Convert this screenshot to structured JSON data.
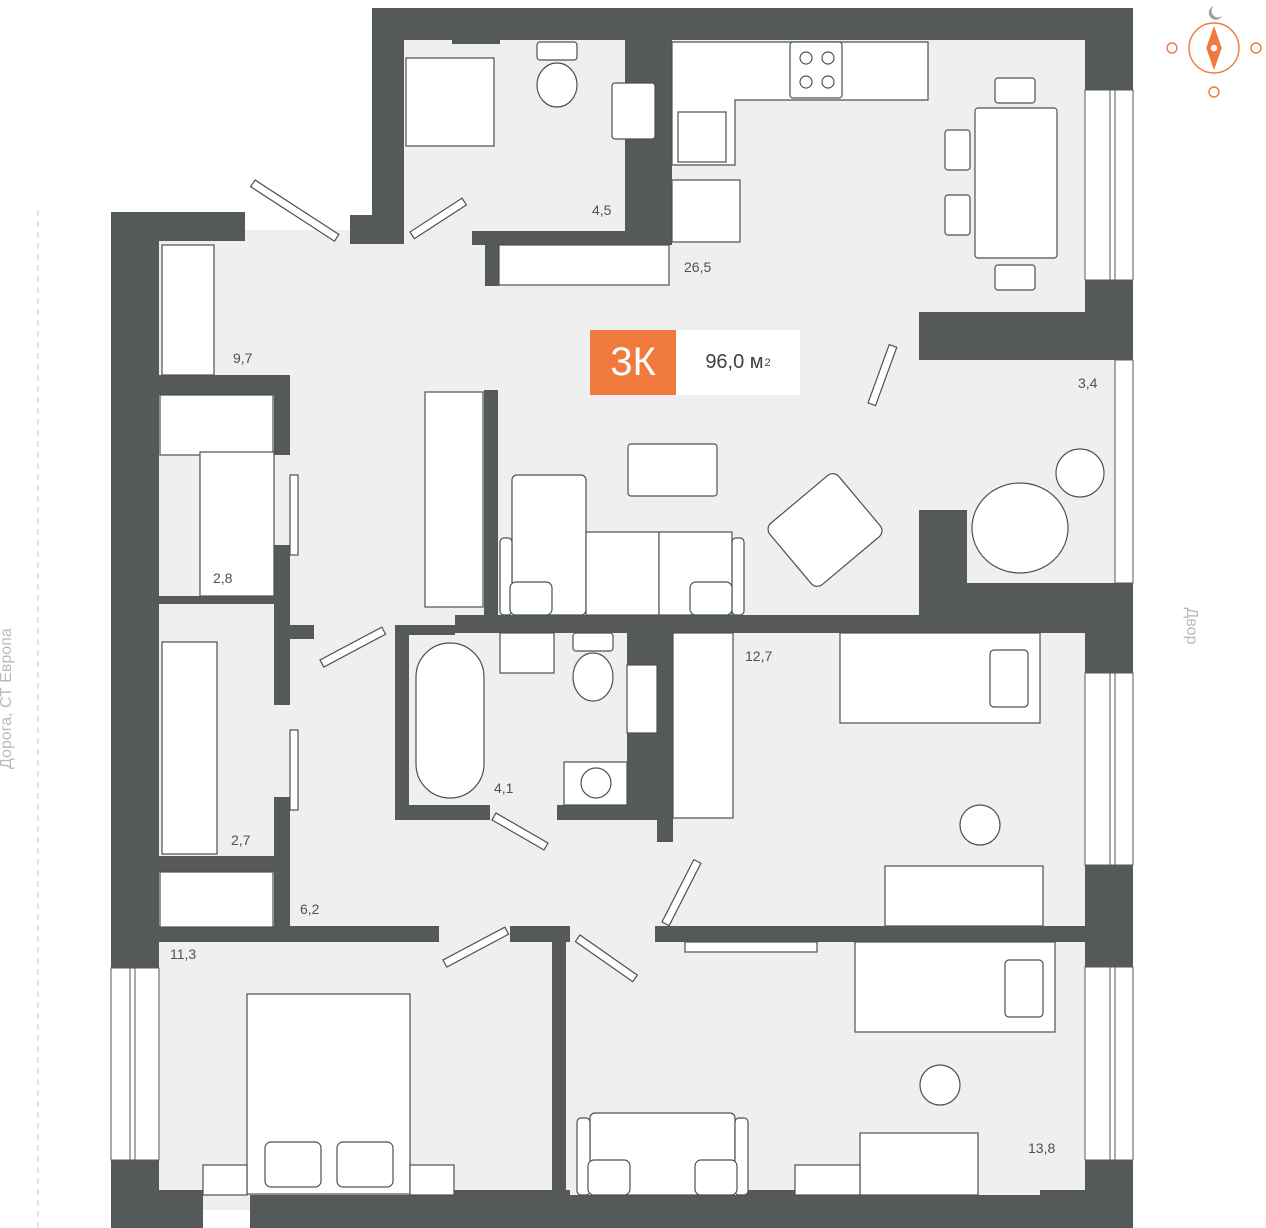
{
  "plan": {
    "type_label": "3К",
    "total_area": "96,0 м",
    "area_unit_sup": "2",
    "rooms": [
      {
        "id": "bathroom-top",
        "area": "4,5"
      },
      {
        "id": "kitchen-living",
        "area": "26,5"
      },
      {
        "id": "hall-closet",
        "area": "9,7"
      },
      {
        "id": "balcony",
        "area": "3,4"
      },
      {
        "id": "storage-1",
        "area": "2,8"
      },
      {
        "id": "bedroom-1",
        "area": "12,7"
      },
      {
        "id": "bathroom-2",
        "area": "4,1"
      },
      {
        "id": "storage-2",
        "area": "2,7"
      },
      {
        "id": "corridor",
        "area": "6,2"
      },
      {
        "id": "bedroom-master",
        "area": "11,3"
      },
      {
        "id": "bedroom-2",
        "area": "13,8"
      }
    ],
    "labels": {
      "left_side": "Дорога, СТ Европа",
      "right_side": "Двор"
    }
  },
  "colors": {
    "wall": "#555a59",
    "floor": "#efefef",
    "accent": "#f07a3c",
    "furniture_stroke": "#4c5250"
  },
  "icons": [
    "compass-icon",
    "sun-icon",
    "moon-icon"
  ]
}
